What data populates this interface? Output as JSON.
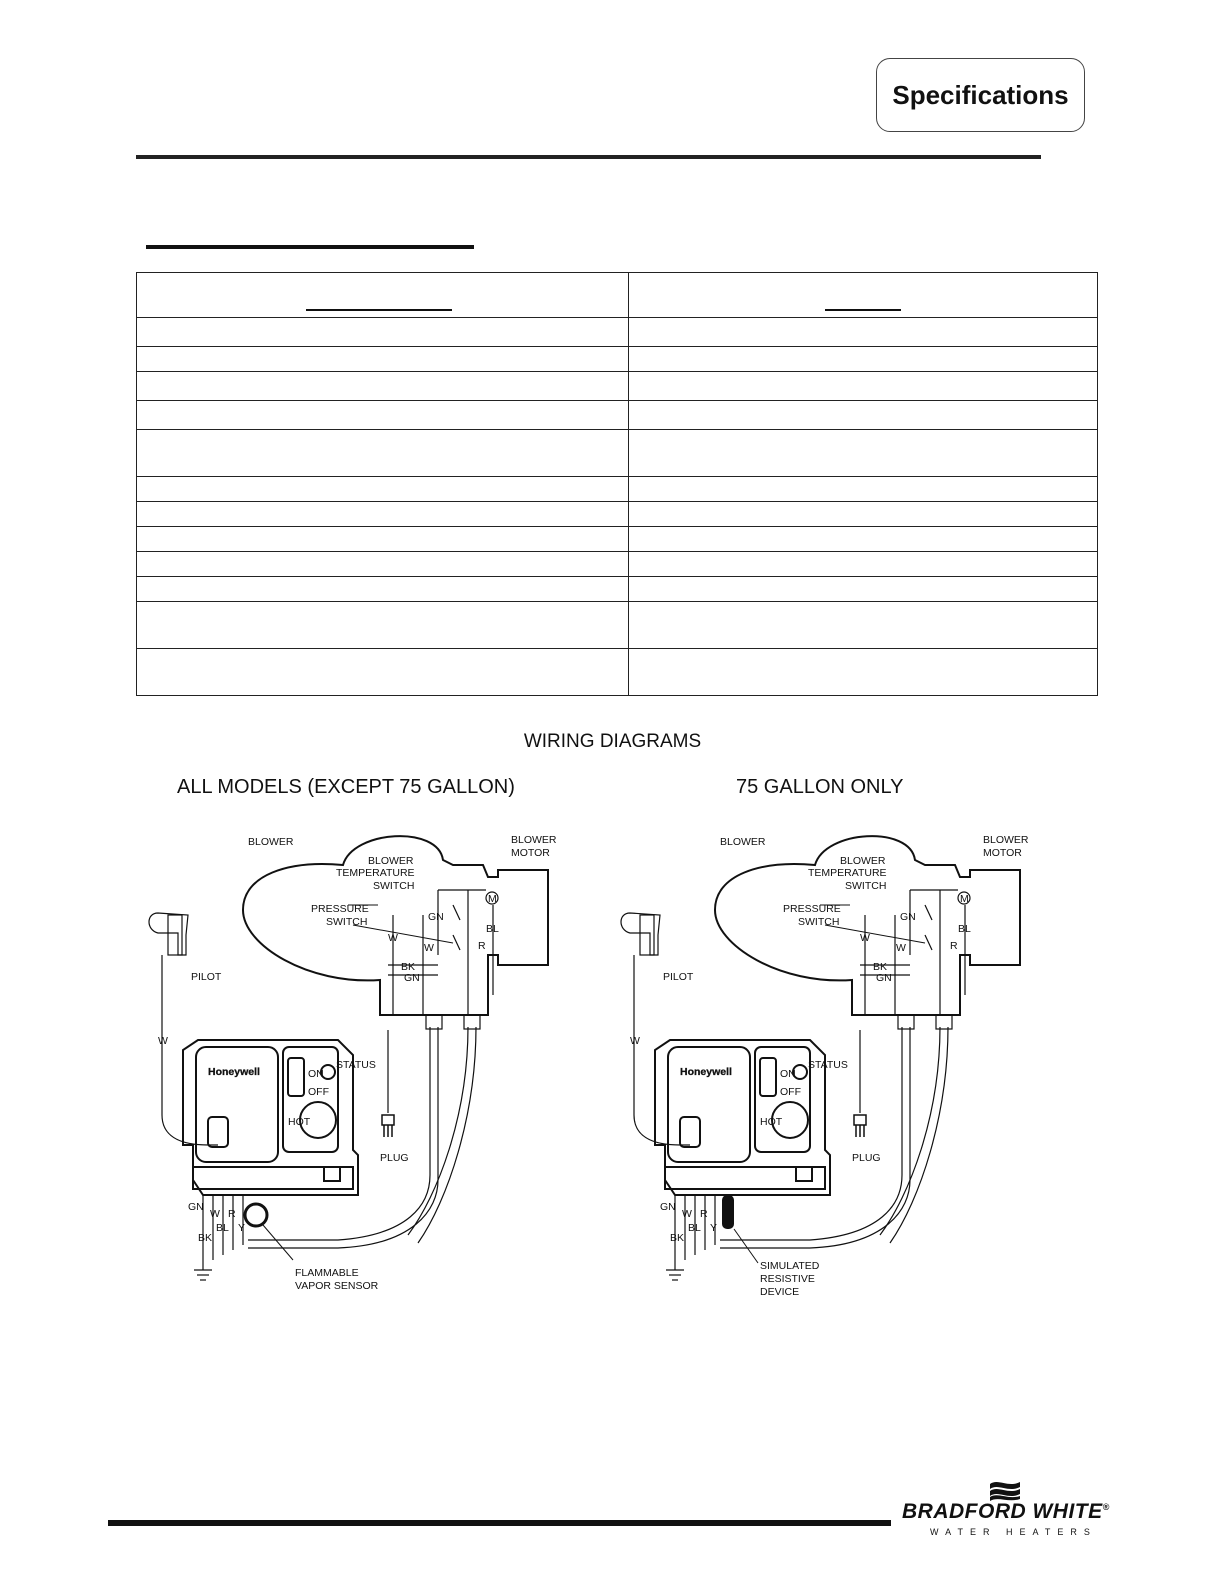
{
  "header": {
    "tab_label": "Specifications"
  },
  "table": {
    "row_count": 12
  },
  "wiring": {
    "title": "WIRING DIAGRAMS",
    "left": {
      "title": "ALL MODELS (EXCEPT 75 GALLON)",
      "device_label": [
        "FLAMMABLE",
        "VAPOR SENSOR"
      ]
    },
    "right": {
      "title": "75 GALLON ONLY",
      "device_label": [
        "SIMULATED",
        "RESISTIVE",
        "DEVICE"
      ]
    },
    "labels": {
      "blower": "BLOWER",
      "blower_motor": [
        "BLOWER",
        "MOTOR"
      ],
      "temp_switch": [
        "BLOWER",
        "TEMPERATURE",
        "SWITCH"
      ],
      "pressure_switch": [
        "PRESSURE",
        "SWITCH"
      ],
      "pilot": "PILOT",
      "plug": "PLUG",
      "brand": "Honeywell",
      "status": "STATUS",
      "on": "ON",
      "off": "OFF",
      "hot": "HOT",
      "motor_symbol": "M",
      "wires": {
        "w": "W",
        "gn": "GN",
        "bk": "BK",
        "r": "R",
        "bl": "BL",
        "y": "Y"
      }
    }
  },
  "footer": {
    "brand": "BRADFORD WHITE",
    "reg": "®",
    "tagline": "WATER HEATERS"
  }
}
